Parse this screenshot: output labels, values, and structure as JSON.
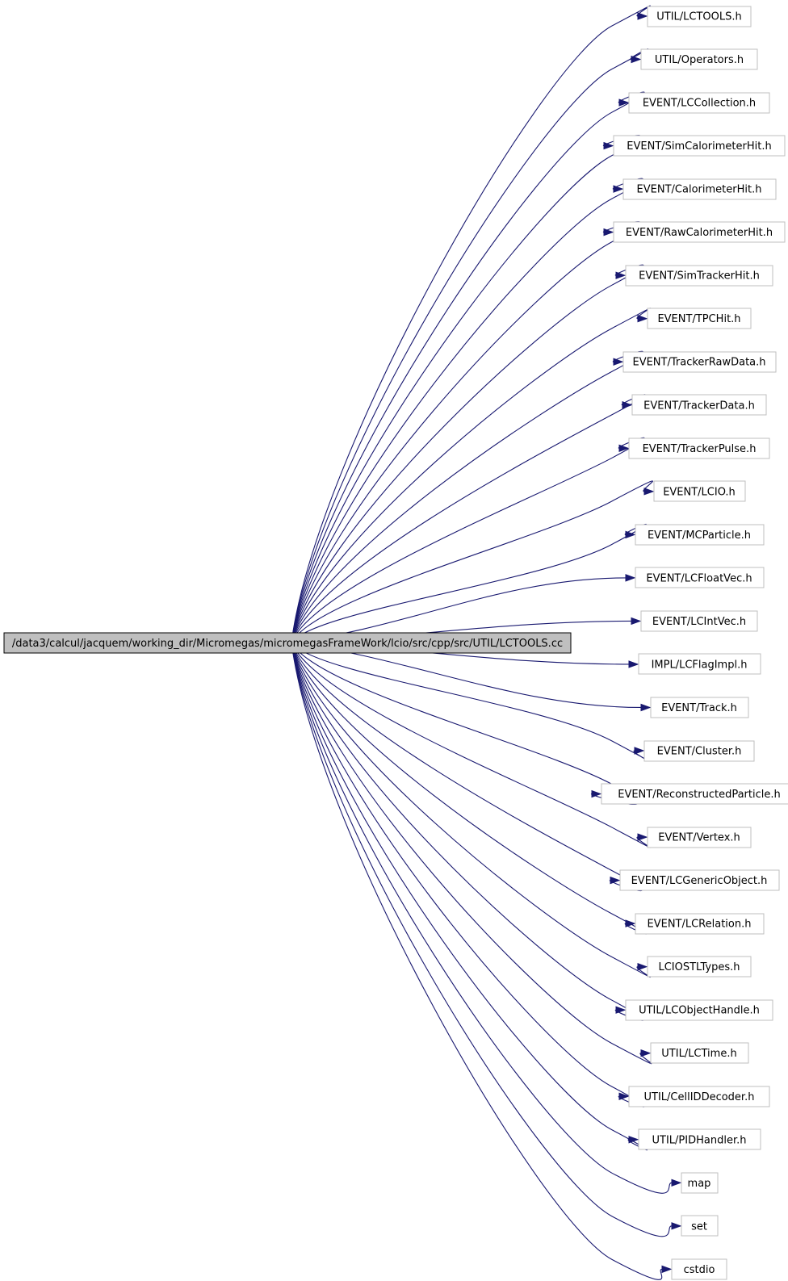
{
  "graph": {
    "root": "/data3/calcul/jacquem/working_dir/Micromegas/micromegasFrameWork/lcio/src/cpp/src/UTIL/LCTOOLS.cc",
    "includes": [
      "UTIL/LCTOOLS.h",
      "UTIL/Operators.h",
      "EVENT/LCCollection.h",
      "EVENT/SimCalorimeterHit.h",
      "EVENT/CalorimeterHit.h",
      "EVENT/RawCalorimeterHit.h",
      "EVENT/SimTrackerHit.h",
      "EVENT/TPCHit.h",
      "EVENT/TrackerRawData.h",
      "EVENT/TrackerData.h",
      "EVENT/TrackerPulse.h",
      "EVENT/LCIO.h",
      "EVENT/MCParticle.h",
      "EVENT/LCFloatVec.h",
      "EVENT/LCIntVec.h",
      "IMPL/LCFlagImpl.h",
      "EVENT/Track.h",
      "EVENT/Cluster.h",
      "EVENT/ReconstructedParticle.h",
      "EVENT/Vertex.h",
      "EVENT/LCGenericObject.h",
      "EVENT/LCRelation.h",
      "LCIOSTLTypes.h",
      "UTIL/LCObjectHandle.h",
      "UTIL/LCTime.h",
      "UTIL/CellIDDecoder.h",
      "UTIL/PIDHandler.h",
      "map",
      "set",
      "cstdio"
    ]
  },
  "colors": {
    "edge": "#191970",
    "root_fill": "#bfbfbf",
    "node_border": "#bfbfbf"
  }
}
